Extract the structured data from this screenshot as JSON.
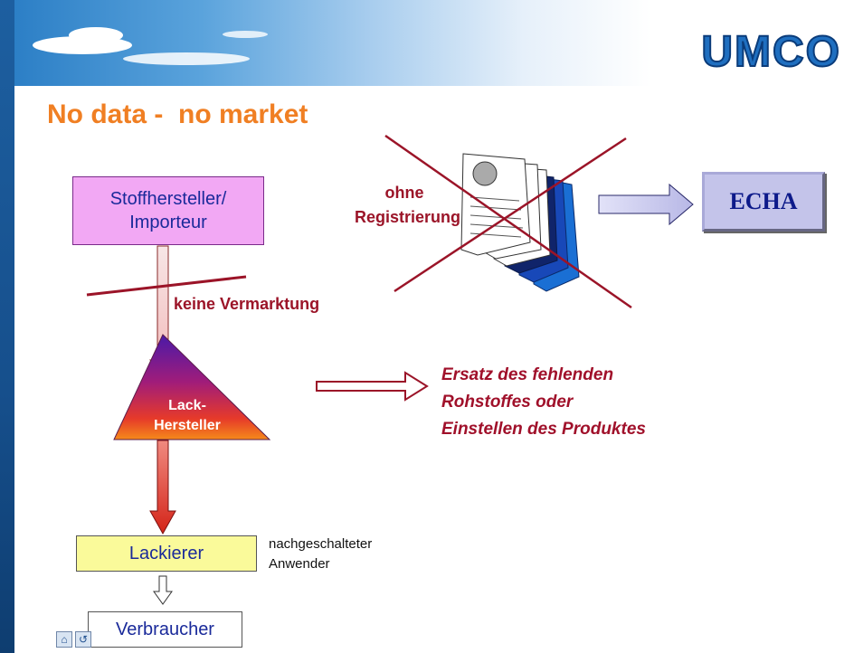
{
  "logo": "UMCO",
  "title": "No data -  no market",
  "nodes": {
    "stoffhersteller": "Stoffhersteller/ Importeur",
    "lack_hersteller": "Lack-Hersteller",
    "lackierer": "Lackierer",
    "verbraucher": "Verbraucher",
    "echa": "ECHA"
  },
  "labels": {
    "ohne_registrierung": "ohne Registrierung",
    "keine_vermarktung": "keine Vermarktung",
    "nachgeschalteter_anwender": "nachgeschalteter Anwender",
    "ersatz": [
      "Ersatz des fehlenden",
      "Rohstoffes oder",
      "Einstellen des Produktes"
    ]
  },
  "nav": [
    "home-icon",
    "back-icon"
  ],
  "colors": {
    "title": "#f07f23",
    "red_text": "#9b1428",
    "node_text": "#1a2a9a",
    "stoff_fill": "#f2a8f4",
    "lackierer_fill": "#fafa9a",
    "echa_fill": "#c4c4ea"
  }
}
